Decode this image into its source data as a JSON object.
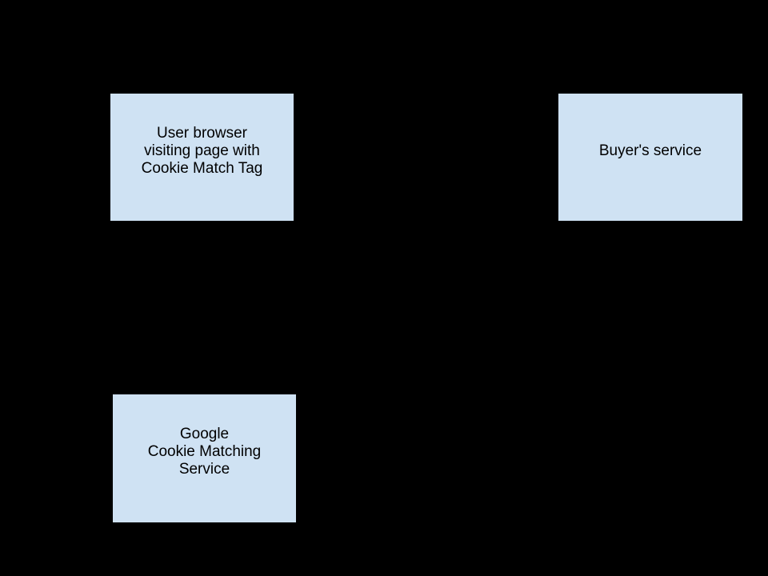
{
  "diagram": {
    "background_color": "#000000",
    "box_fill_color": "#cfe2f3",
    "box_border_color": "#000000",
    "text_color": "#000000",
    "nodes": [
      {
        "id": "user-browser",
        "label": "User browser\nvisiting page with\nCookie Match Tag"
      },
      {
        "id": "buyers-service",
        "label": "Buyer's service"
      },
      {
        "id": "google-cookie-matching-service",
        "label": "Google\nCookie Matching\nService"
      }
    ]
  }
}
